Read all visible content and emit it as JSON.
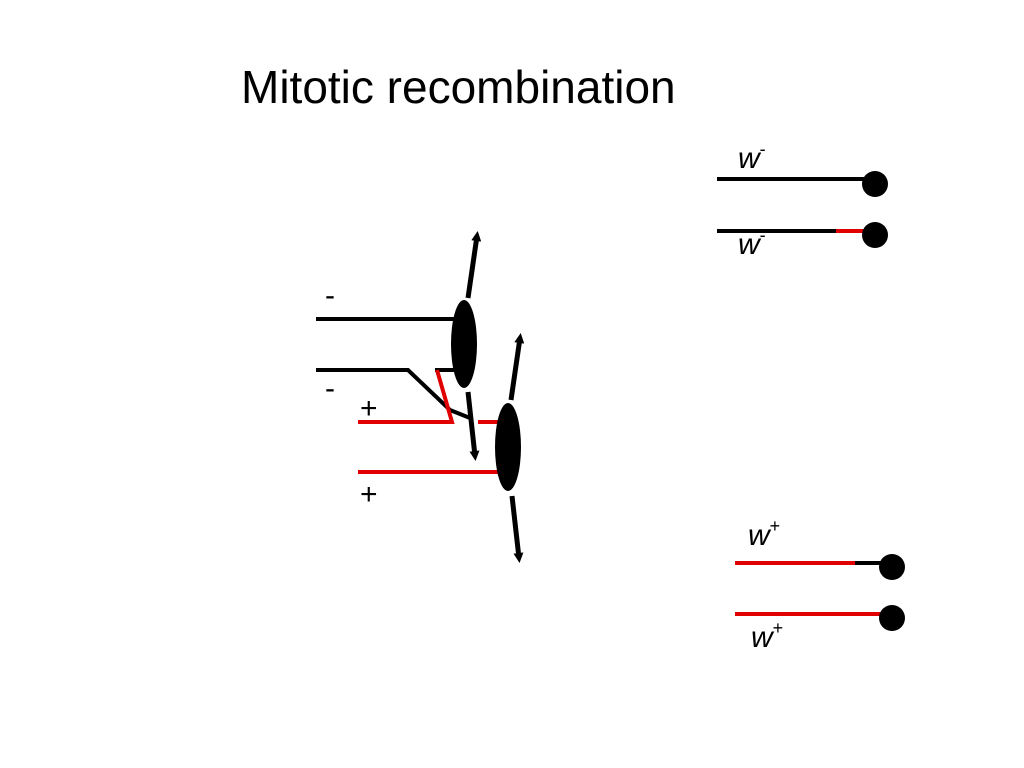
{
  "slide": {
    "title": "Mitotic recombination"
  },
  "left": {
    "sign_top": "-",
    "sign_second": "-",
    "sign_third": "+",
    "sign_bottom": "+"
  },
  "right": {
    "labels": [
      {
        "base": "w",
        "sup": "-"
      },
      {
        "base": "w",
        "sup": "-"
      },
      {
        "base": "w",
        "sup": "+"
      },
      {
        "base": "w",
        "sup": "+"
      }
    ]
  },
  "colors": {
    "black": "#000000",
    "red": "#e00000"
  }
}
